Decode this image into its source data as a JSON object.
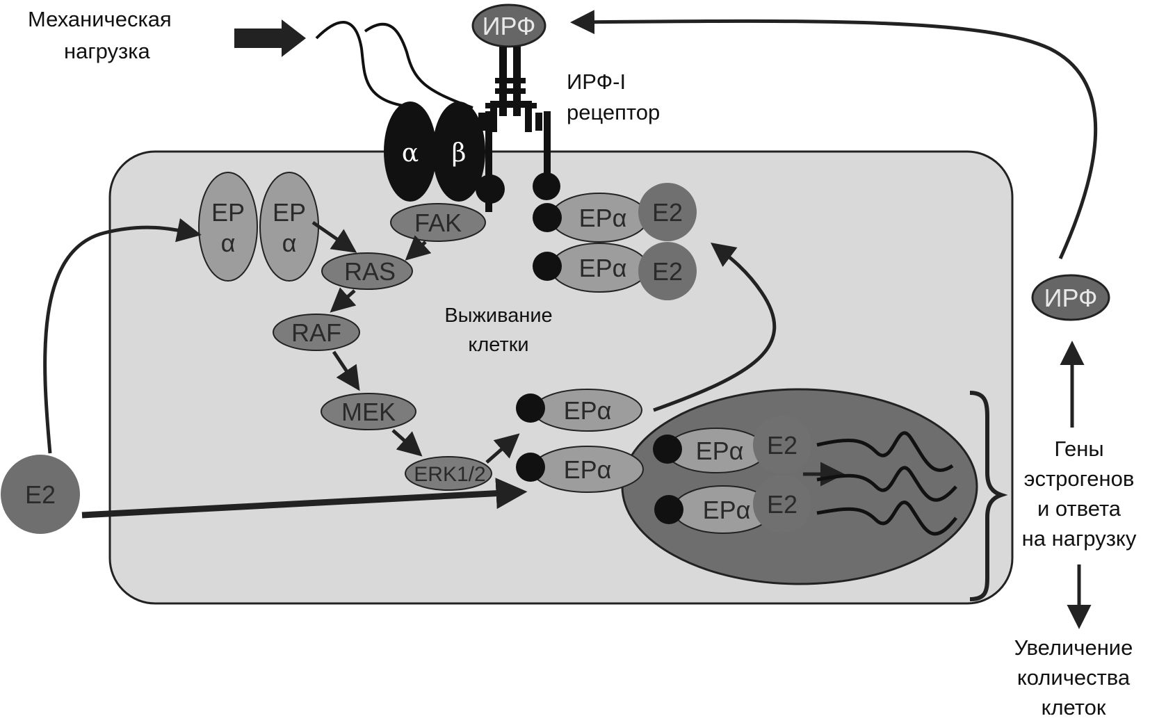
{
  "labels": {
    "mech_load_line1": "Механическая",
    "mech_load_line2": "нагрузка",
    "irf_receptor_line1": "ИРФ-I",
    "irf_receptor_line2": "рецептор",
    "survival_line1": "Выживание",
    "survival_line2": "клетки",
    "genes_line1": "Гены",
    "genes_line2": "эстрогенов",
    "genes_line3": "и ответа",
    "genes_line4": "на нагрузку",
    "increase_line1": "Увеличение",
    "increase_line2": "количества",
    "increase_line3": "клеток"
  },
  "nodes": {
    "irf": "ИРФ",
    "alpha": "α",
    "beta": "β",
    "fak": "FAK",
    "ras": "RAS",
    "raf": "RAF",
    "mek": "MEK",
    "erk": "ERK1/2",
    "era": "ЕРα",
    "er_top": "ЕР",
    "alpha_small": "α",
    "e2": "E2",
    "p": "P"
  },
  "colors": {
    "cell_fill": "#d9d9d9",
    "nucleus_fill": "#6e6e6e",
    "node_fill": "#7c7c7c",
    "light_node_fill": "#9d9d9d",
    "e2_fill": "#6f6f6f",
    "dark_fill": "#111111"
  }
}
